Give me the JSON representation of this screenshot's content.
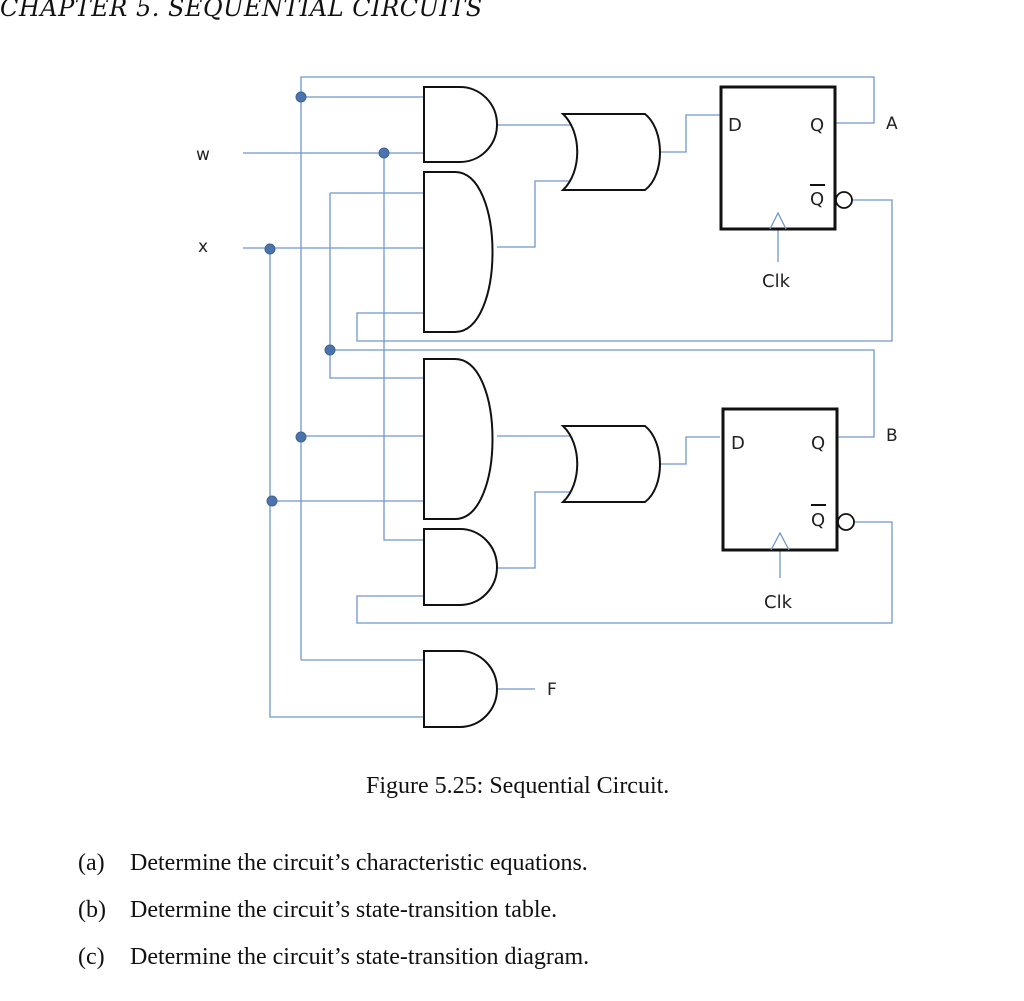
{
  "header": {
    "running_title": "CHAPTER 5.  SEQUENTIAL CIRCUITS"
  },
  "figure": {
    "caption": "Figure 5.25: Sequential Circuit.",
    "inputs": {
      "w": "w",
      "x": "x"
    },
    "flipflops": [
      {
        "name": "A",
        "d_label": "D",
        "q_label": "Q",
        "qbar_label": "Q",
        "clk_label": "Clk",
        "output": "A"
      },
      {
        "name": "B",
        "d_label": "D",
        "q_label": "Q",
        "qbar_label": "Q",
        "clk_label": "Clk",
        "output": "B"
      }
    ],
    "output_label": "F",
    "colors": {
      "wire": "#6f97cc",
      "junction": "#4a74ab",
      "gate": "#111111"
    }
  },
  "questions": [
    {
      "tag": "(a)",
      "text": "Determine the circuit’s characteristic equations."
    },
    {
      "tag": "(b)",
      "text": "Determine the circuit’s state-transition table."
    },
    {
      "tag": "(c)",
      "text": "Determine the circuit’s state-transition diagram."
    }
  ]
}
